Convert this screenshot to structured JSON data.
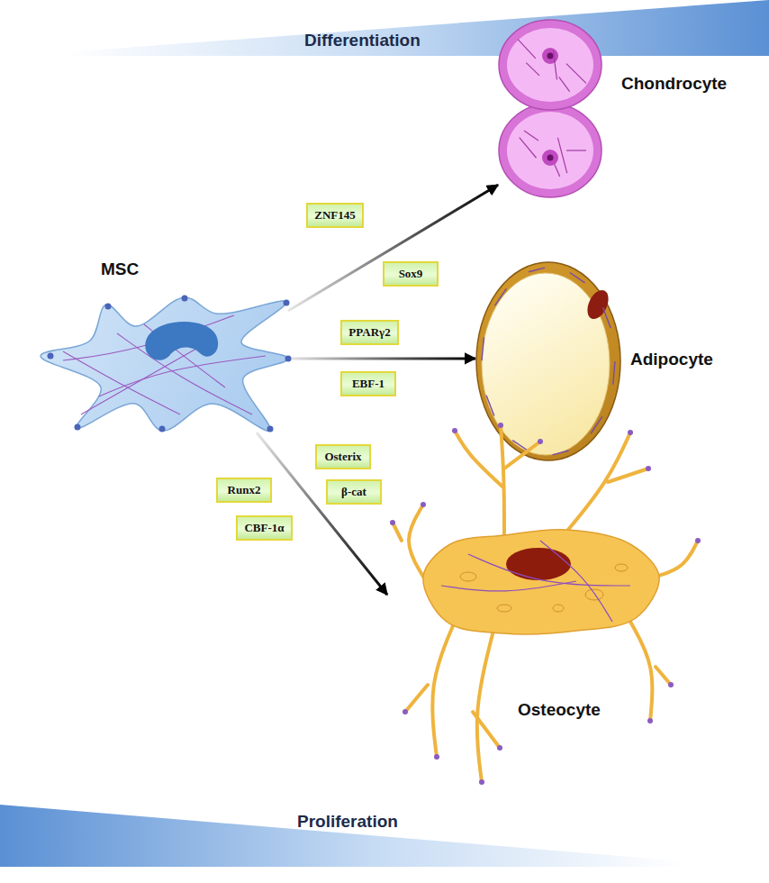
{
  "diagram": {
    "nodes": [
      {
        "text": [
          "Differentiation"
        ]
      },
      {
        "text": [
          "Chondrocyte"
        ]
      },
      {
        "text": [
          "ZNF145"
        ]
      },
      {
        "text": [
          "MSC"
        ]
      },
      {
        "text": [
          "Sox9"
        ]
      },
      {
        "text": [
          "PPARγ2"
        ]
      },
      {
        "text": [
          "Adipocyte"
        ]
      },
      {
        "text": [
          "EBF-1"
        ]
      },
      {
        "text": [
          "Osterix"
        ]
      },
      {
        "text": [
          "β-cat"
        ]
      },
      {
        "text": [
          "Runx2"
        ]
      },
      {
        "text": [
          "CBF-1α"
        ]
      },
      {
        "text": [
          "Osteocyte"
        ]
      },
      {
        "text": [
          "Proliferation"
        ]
      }
    ],
    "edges": [
      {
        "from": 3,
        "to": 1,
        "arrow": "to"
      },
      {
        "from": 3,
        "to": 6,
        "arrow": "to"
      },
      {
        "from": 3,
        "to": 12,
        "arrow": "to"
      }
    ]
  }
}
